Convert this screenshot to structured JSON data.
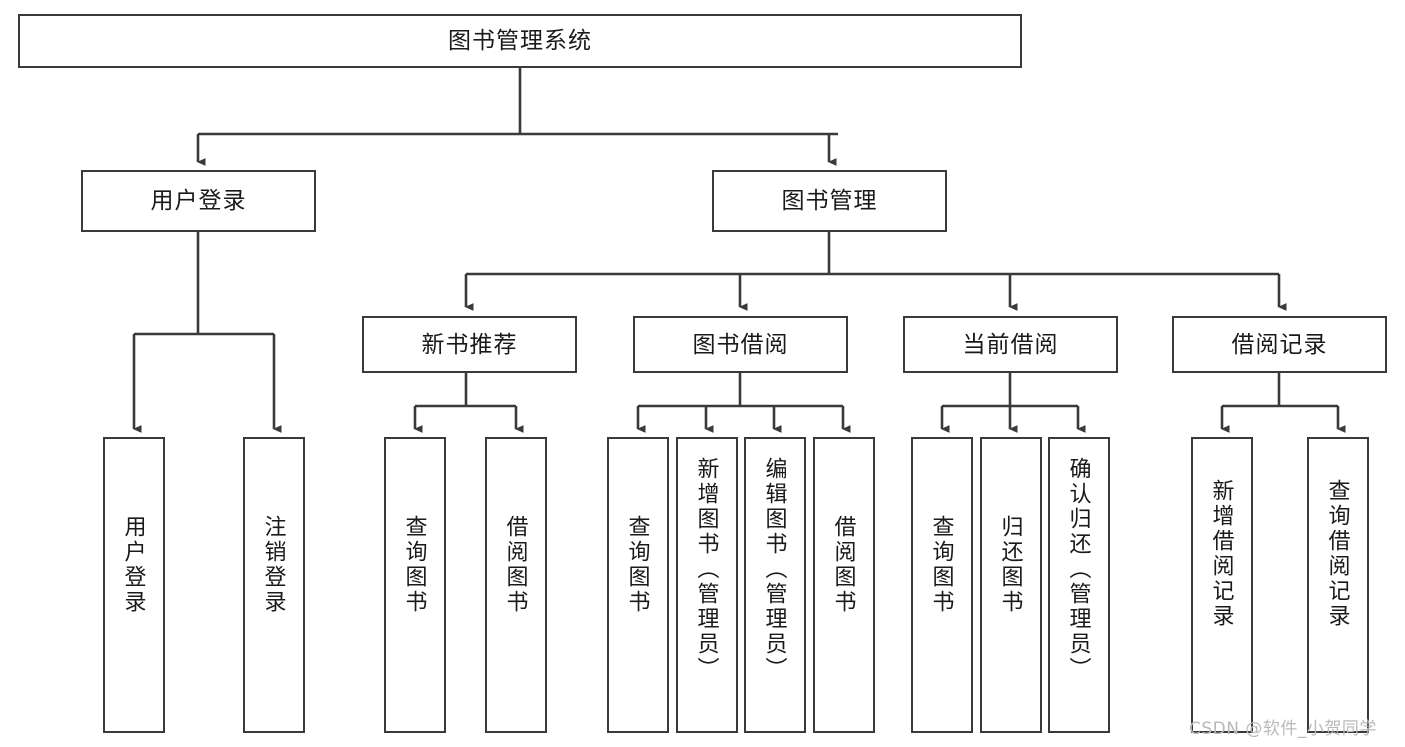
{
  "diagram": {
    "title": "图书管理系统",
    "type": "tree-hierarchy-chart",
    "line_color": "#3a3a3a",
    "box_fill": "#ffffff",
    "text_color": "#1a1a1a",
    "watermark": "CSDN @软件_小贺同学",
    "nodes": {
      "root": {
        "label": "图书管理系统"
      },
      "level2": [
        {
          "id": "user-login",
          "label": "用户登录"
        },
        {
          "id": "book-manage",
          "label": "图书管理"
        }
      ],
      "level3": [
        {
          "id": "new-book-recommend",
          "label": "新书推荐"
        },
        {
          "id": "book-borrow",
          "label": "图书借阅"
        },
        {
          "id": "current-borrow",
          "label": "当前借阅"
        },
        {
          "id": "borrow-record",
          "label": "借阅记录"
        }
      ],
      "leaves": {
        "user_login": [
          {
            "id": "leaf-user-login",
            "label": "用户登录"
          },
          {
            "id": "leaf-logout-login",
            "label": "注销登录"
          }
        ],
        "new_book_recommend": [
          {
            "id": "leaf-query-book-1",
            "label": "查询图书"
          },
          {
            "id": "leaf-borrow-book-1",
            "label": "借阅图书"
          }
        ],
        "book_borrow": [
          {
            "id": "leaf-query-book-2",
            "label": "查询图书"
          },
          {
            "id": "leaf-add-book",
            "label": "新增图书（管理员）"
          },
          {
            "id": "leaf-edit-book",
            "label": "编辑图书（管理员）"
          },
          {
            "id": "leaf-borrow-book-2",
            "label": "借阅图书"
          }
        ],
        "current_borrow": [
          {
            "id": "leaf-query-book-3",
            "label": "查询图书"
          },
          {
            "id": "leaf-return-book",
            "label": "归还图书"
          },
          {
            "id": "leaf-confirm-return",
            "label": "确认归还（管理员）"
          }
        ],
        "borrow_record": [
          {
            "id": "leaf-add-record",
            "label": "新增借阅记录"
          },
          {
            "id": "leaf-query-record",
            "label": "查询借阅记录"
          }
        ]
      }
    }
  }
}
